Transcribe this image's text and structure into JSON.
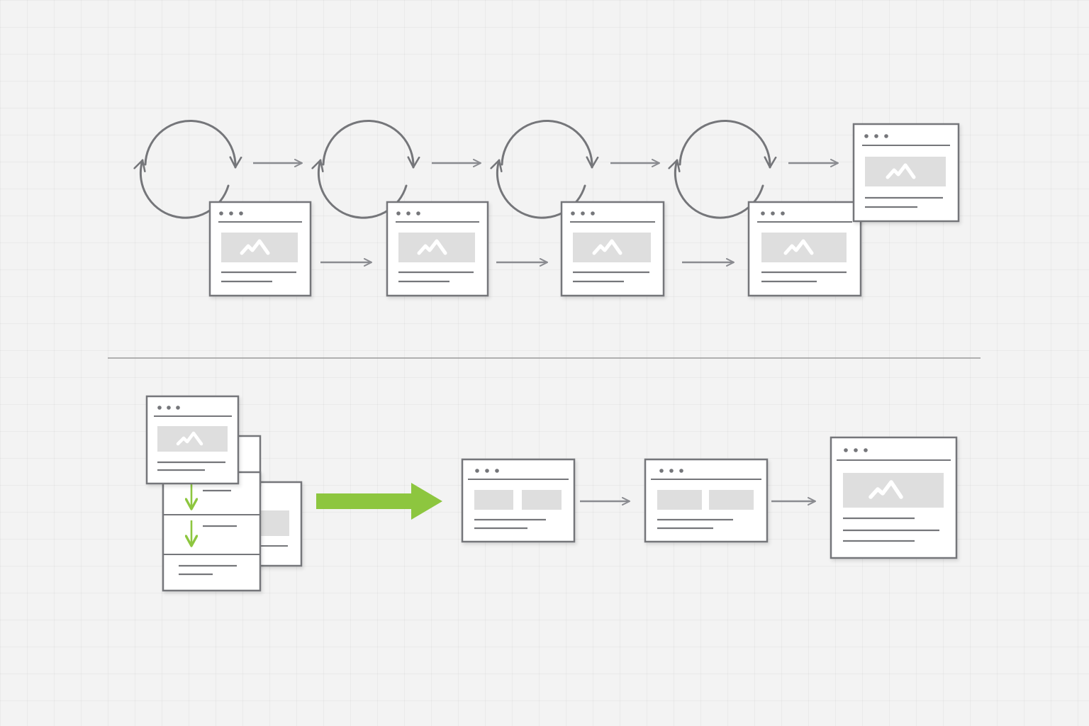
{
  "diagram": {
    "colors": {
      "stroke": "#75767a",
      "arrow": "#8a8b90",
      "card_fill": "#ffffff",
      "placeholder": "#dedede",
      "accent_green": "#8dc63f",
      "divider": "#9a9a9a"
    },
    "top_section": {
      "loop_icon_count": 4,
      "page_card_count": 5,
      "icon": "refresh-cycle-icon"
    },
    "bottom_section": {
      "stacked_pages_icon": "stacked-pages-icon",
      "transition_arrow_icon": "green-right-arrow-icon",
      "page_card_count": 3
    }
  }
}
